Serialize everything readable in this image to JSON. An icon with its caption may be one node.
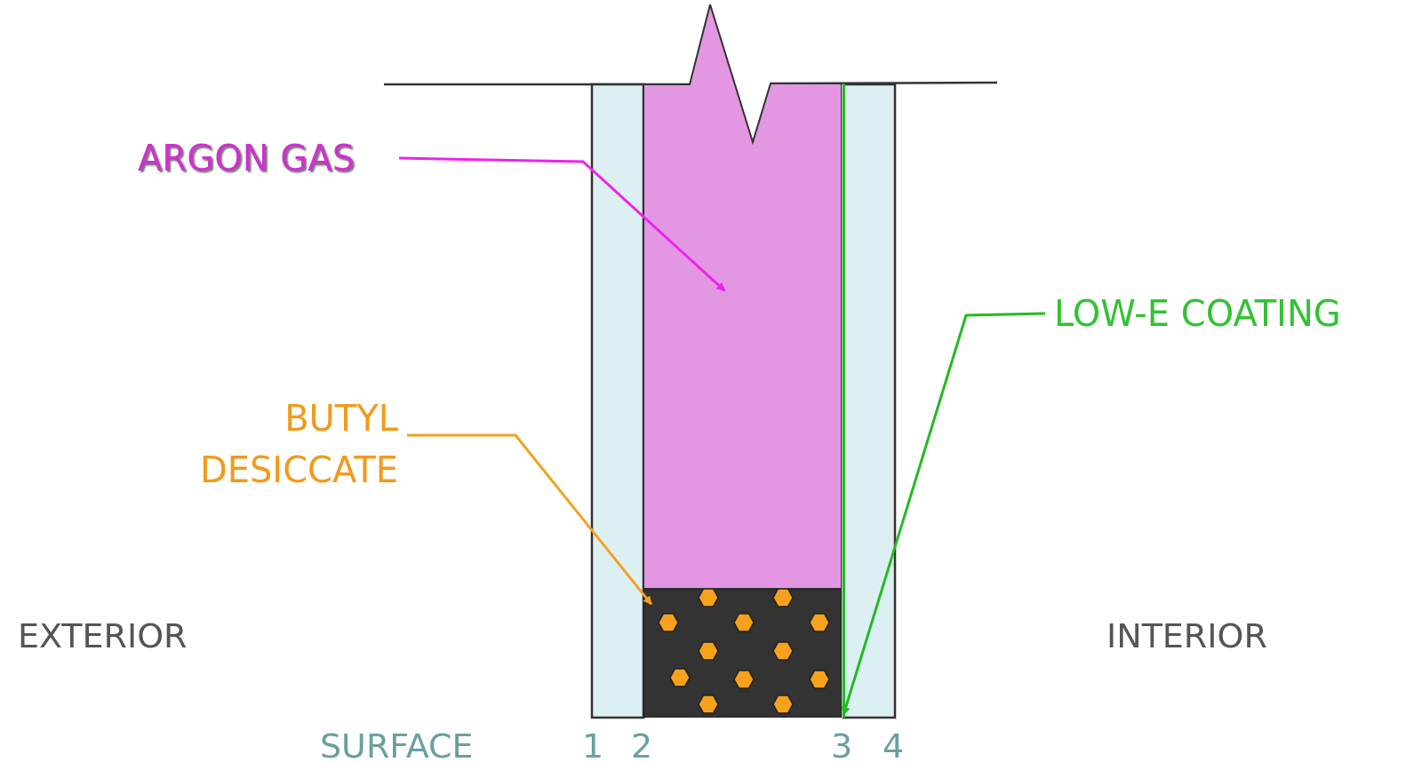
{
  "diagram": {
    "nodes": [
      {
        "text": [
          "ARGON GAS"
        ]
      },
      {
        "text": [],
        "shape": "box"
      },
      {
        "text": [
          "BUTYL DESICCATE"
        ]
      },
      {
        "text": [],
        "shape": "box"
      },
      {
        "text": [
          "LOW-E COATING"
        ]
      },
      {
        "text": [],
        "shape": "bar"
      }
    ],
    "edges": [
      {
        "from": 0,
        "to": 1,
        "arrow": "to",
        "color": "#ee22ee"
      },
      {
        "from": 2,
        "to": 3,
        "arrow": "to",
        "color": "#f5a020"
      },
      {
        "from": 4,
        "to": 5,
        "arrow": "to",
        "color": "#22bb22"
      }
    ],
    "labels": [
      "EXTERIOR",
      "INTERIOR",
      "SURFACE",
      "1",
      "2",
      "3",
      "4"
    ]
  }
}
